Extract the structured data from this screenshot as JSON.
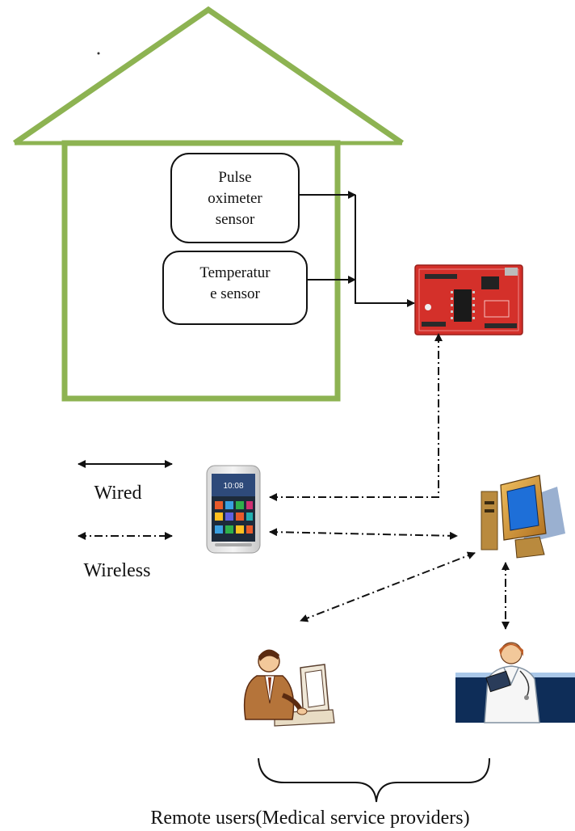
{
  "sensors": {
    "pulse_oximeter": {
      "line1": "Pulse",
      "line2": "oximeter",
      "line3": "sensor"
    },
    "temperature": {
      "line1": "Temperatur",
      "line2": "e sensor"
    }
  },
  "legend": {
    "wired_label": "Wired",
    "wireless_label": "Wireless"
  },
  "phone": {
    "clock": "10:08"
  },
  "caption": "Remote users(Medical service providers)",
  "colors": {
    "house_outline": "#8db352",
    "board_red": "#d4302a",
    "arrow": "#111111"
  },
  "icons": [
    "house-icon",
    "microcontroller-board-icon",
    "smartphone-icon",
    "desktop-computer-icon",
    "remote-user-at-computer-icon",
    "doctor-icon",
    "curly-brace-icon"
  ]
}
